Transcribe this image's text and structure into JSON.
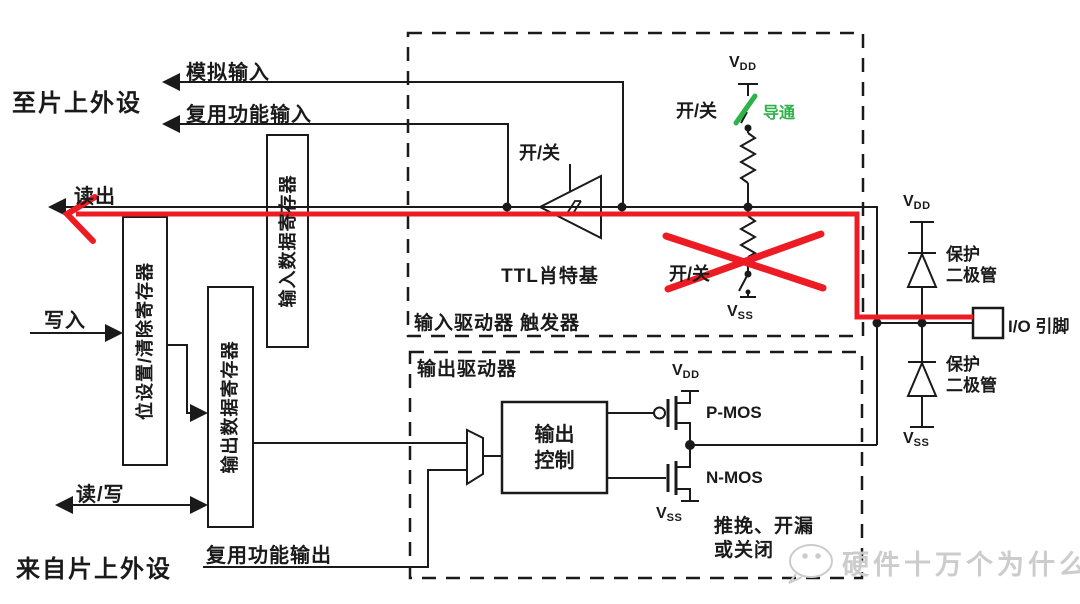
{
  "diagram_title": "GPIO I/O pin internal structure (input driver / output driver)",
  "colors": {
    "line": "#1a1a1a",
    "highlight_red": "#ed1c24",
    "switch_green": "#2db34a",
    "watermark_gray": "#cccccc",
    "background": "#ffffff"
  },
  "labels": {
    "to_peripheral": "至片上外设",
    "from_peripheral": "来自片上外设",
    "analog_input": "模拟输入",
    "alt_func_input": "复用功能输入",
    "read_out": "读出",
    "write_in": "写入",
    "read_write": "读/写",
    "alt_func_output": "复用功能输出",
    "input_driver": "输入驱动器",
    "output_driver": "输出驱动器",
    "ttl_line1": "TTL肖特基",
    "ttl_line2": "触发器",
    "on_off": "开/关",
    "conducting": "导通",
    "output_control": "输出\n控制",
    "pmos": "P-MOS",
    "nmos": "N-MOS",
    "push_pull": "推挽、开漏\n或关闭",
    "protect_diode": "保护\n二极管",
    "io_pin": "I/O 引脚",
    "v": "V",
    "dd": "DD",
    "ss": "SS",
    "watermark": "硬件十万个为什么"
  },
  "registers": {
    "bit_set_clear": "位设置/清除寄存器",
    "input_data": "输入数据寄存器",
    "output_data": "输出数据寄存器"
  },
  "annotations": {
    "red_path": "read path highlighted from I/O pin through TTL Schmitt trigger to 读出",
    "red_cross": "pull-down switch crossed out (disabled)",
    "green_switch": "pull-up switch closed (导通)"
  }
}
